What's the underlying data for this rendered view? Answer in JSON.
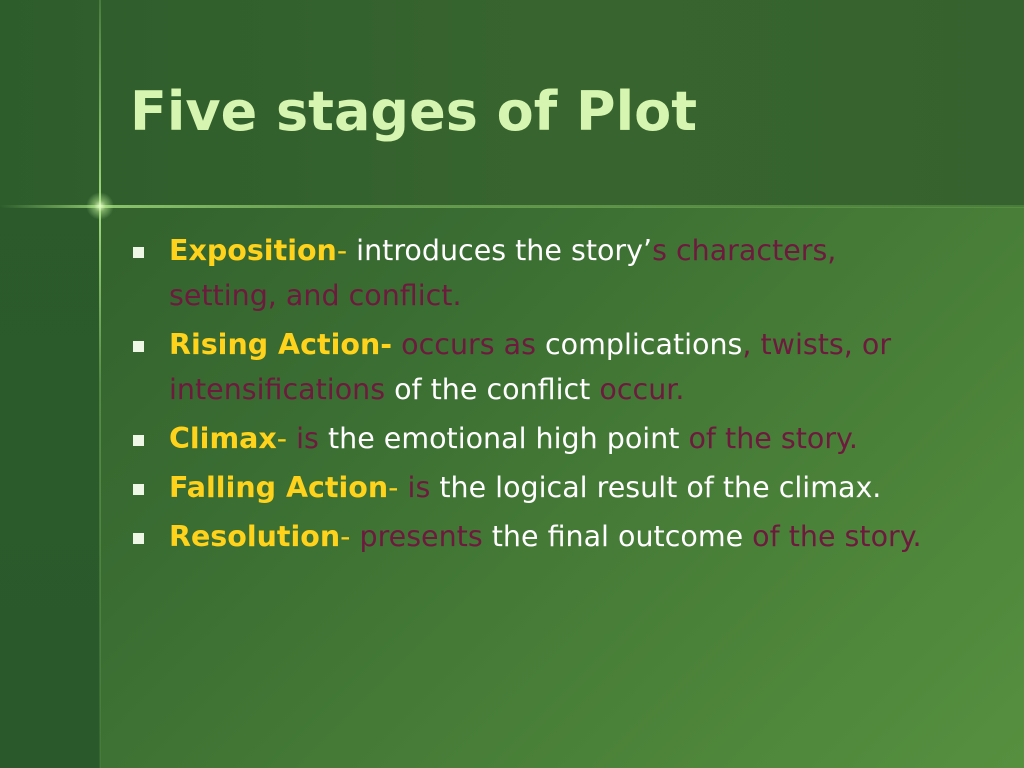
{
  "slide": {
    "title": "Five stages of Plot",
    "colors": {
      "background": "#3a6d32",
      "title": "#d6f5b0",
      "term": "#ffd21c",
      "body": "#ffffff",
      "accent": "#6e1a3e"
    },
    "bullet_icon": "square-bullet-icon",
    "bullets": [
      {
        "term": "Exposition",
        "dash": "-",
        "t1": " introduces the story’",
        "t2": "s characters, setting, and conflict."
      },
      {
        "term": "Rising Action-",
        "t1": " occurs as ",
        "t2": "complications",
        "t3": ", twists, or intensifications",
        "t4": " of the conflict",
        "t5": " occur."
      },
      {
        "term": "Climax",
        "dash": "-",
        "t1": " is",
        "t2": " the emotional high point",
        "t3": " of the story."
      },
      {
        "term": "Falling Action",
        "dash": "-",
        "t1": " is",
        "t2": " the logical result of the climax."
      },
      {
        "term": "Resolution",
        "dash": "-",
        "t1": " presents",
        "t2": " the final outcome",
        "t3": " of the story."
      }
    ]
  }
}
